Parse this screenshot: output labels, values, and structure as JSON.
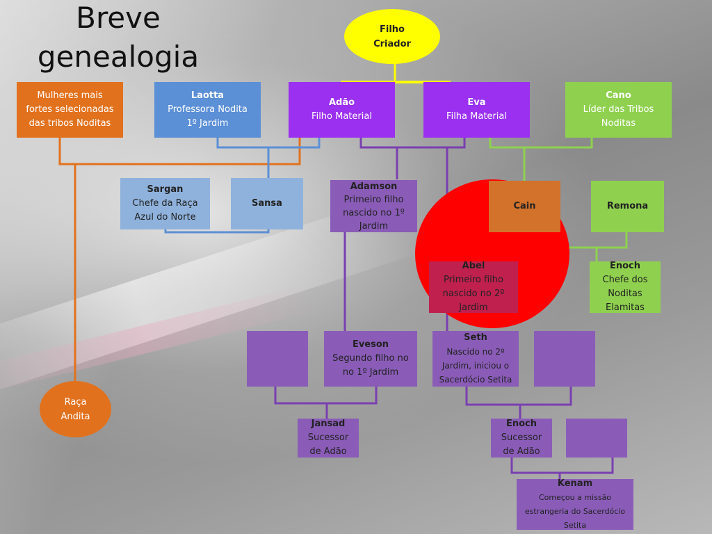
{
  "title": [
    "Breve",
    "genealogia"
  ],
  "colors": {
    "orange": "#e2711d",
    "blue": "#5b8fd6",
    "lightblue": "#8fb2dc",
    "purple": "#9b30f0",
    "violet": "#8a5cb8",
    "green": "#8fd14f",
    "yellow": "#ffff00",
    "red": "#ff0000"
  },
  "nodes": {
    "filho_criador": {
      "line1": "Filho",
      "line2": "Criador"
    },
    "mulheres": {
      "line1": "Mulheres mais",
      "line2": "fortes selecionadas",
      "line3": "das tribos Noditas"
    },
    "laotta": {
      "name": "Laotta",
      "line1": "Professora Nodita",
      "line2": "1º  Jardim"
    },
    "adao": {
      "name": "Adão",
      "line1": "Filho Material"
    },
    "eva": {
      "name": "Eva",
      "line1": "Filha Material"
    },
    "cano": {
      "name": "Cano",
      "line1": "Líder das Tribos",
      "line2": "Noditas"
    },
    "sargan": {
      "name": "Sargan",
      "line1": "Chefe da Raça",
      "line2": "Azul do Norte"
    },
    "sansa": {
      "name": "Sansa"
    },
    "adamson": {
      "name": "Adamson",
      "line1": "Primeiro filho",
      "line2": "nascido no 1º",
      "line3": "Jardim"
    },
    "cain": {
      "name": "Cain"
    },
    "remona": {
      "name": "Remona"
    },
    "abel": {
      "name": "Abel",
      "line1": "Primeiro filho",
      "line2": "nascido no 2º",
      "line3": "Jardim"
    },
    "enoch_chefe": {
      "name": "Enoch",
      "line1": "Chefe dos",
      "line2": "Noditas",
      "line3": "Elamitas"
    },
    "eveson": {
      "name": "Eveson",
      "line1": "Segundo filho no",
      "line2": "no 1º Jardim"
    },
    "seth": {
      "name": "Seth",
      "line1": "Nascido no 2º",
      "line2": "Jardim, iniciou o",
      "line3": "Sacerdócio Setita"
    },
    "raca_andita": {
      "line1": "Raça",
      "line2": "Andita"
    },
    "jansad": {
      "name": "Jansad",
      "line1": "Sucessor",
      "line2": "de Adão"
    },
    "enoch_sucessor": {
      "name": "Enoch",
      "line1": "Sucessor",
      "line2": "de Adão"
    },
    "kenam": {
      "name": "Kenam",
      "line1": "Começou a missão",
      "line2": "estrangeria do Sacerdócio",
      "line3": "Setita"
    }
  }
}
